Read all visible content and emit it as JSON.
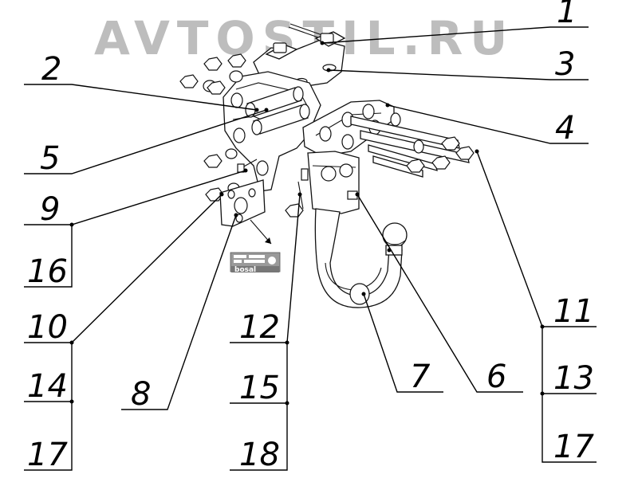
{
  "watermark": "AVTOSTIL.RU",
  "plate_brand": "bosal",
  "callouts": [
    {
      "id": "c1",
      "text": "1"
    },
    {
      "id": "c2",
      "text": "2"
    },
    {
      "id": "c3",
      "text": "3"
    },
    {
      "id": "c4",
      "text": "4"
    },
    {
      "id": "c5",
      "text": "5"
    },
    {
      "id": "c9",
      "text": "9"
    },
    {
      "id": "c16",
      "text": "16"
    },
    {
      "id": "c10",
      "text": "10"
    },
    {
      "id": "c14",
      "text": "14"
    },
    {
      "id": "c17a",
      "text": "17"
    },
    {
      "id": "c8",
      "text": "8"
    },
    {
      "id": "c12",
      "text": "12"
    },
    {
      "id": "c15",
      "text": "15"
    },
    {
      "id": "c18",
      "text": "18"
    },
    {
      "id": "c7",
      "text": "7"
    },
    {
      "id": "c6",
      "text": "6"
    },
    {
      "id": "c11",
      "text": "11"
    },
    {
      "id": "c13",
      "text": "13"
    },
    {
      "id": "c17b",
      "text": "17"
    }
  ]
}
